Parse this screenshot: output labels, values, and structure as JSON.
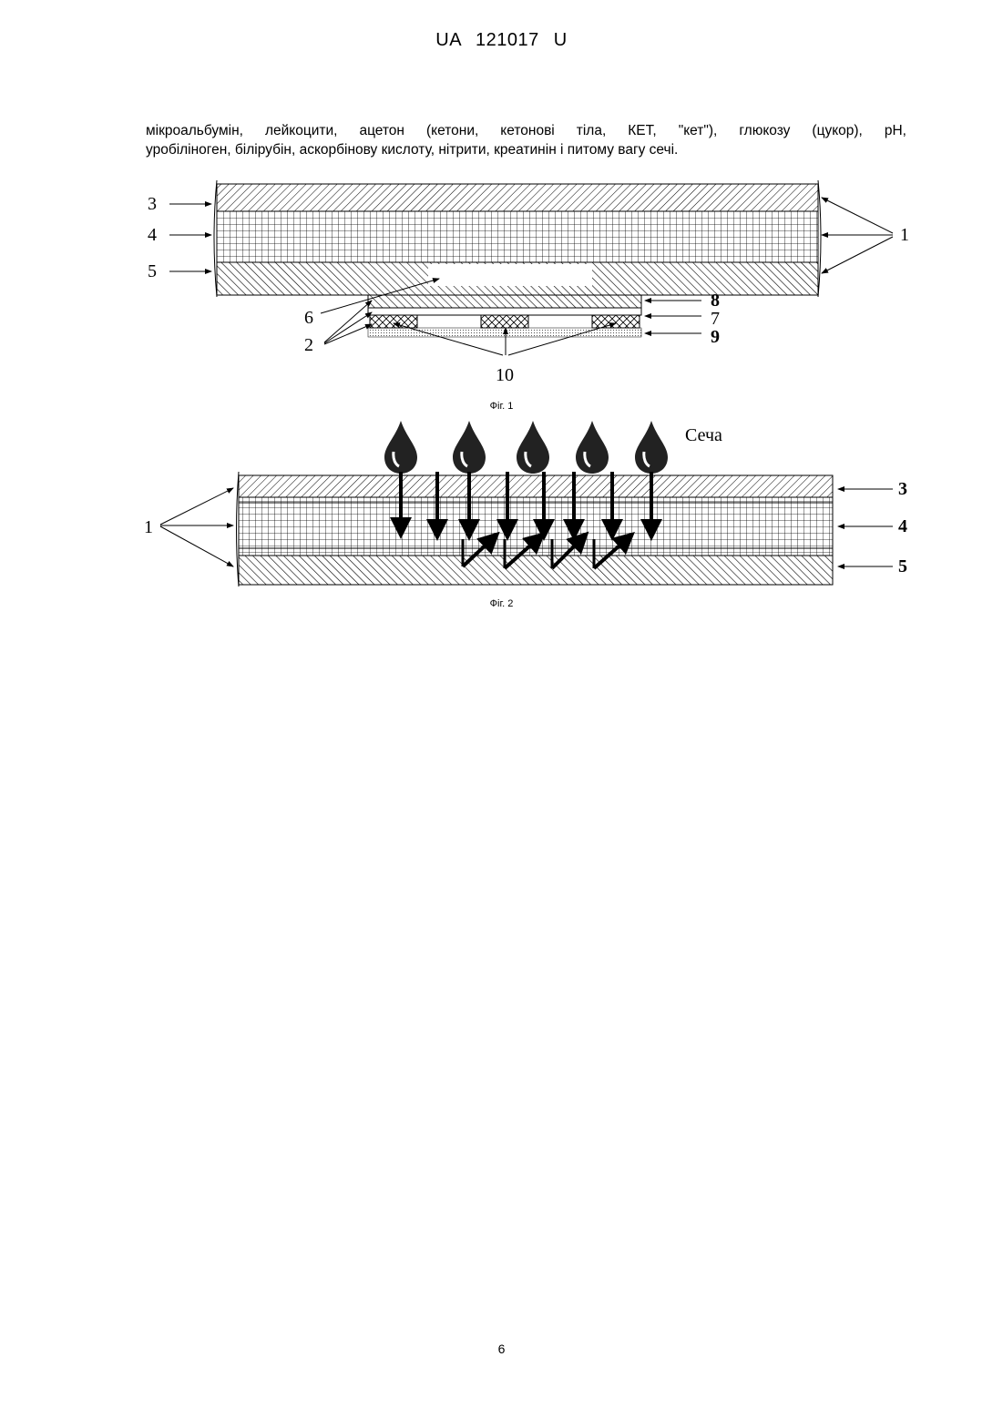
{
  "header": {
    "patent_number": "UA   121017   U"
  },
  "body_text": {
    "line1": "мікроальбумін, лейкоцити, ацетон (кетони, кетонові тіла, КЕТ, \"кет\"), глюкозу (цукор), pH,",
    "line2": "уробіліноген, білірубін, аскорбінову кислоту, нітрити, креатинін і питому вагу сечі."
  },
  "figure1": {
    "caption": "Фіг. 1",
    "labels": {
      "l1": "1",
      "l2": "2",
      "l3": "3",
      "l4": "4",
      "l5": "5",
      "l6": "6",
      "l7": "7",
      "l8": "8",
      "l9": "9",
      "l10": "10"
    }
  },
  "figure2": {
    "caption": "Фіг. 2",
    "drop_label": "Сеча",
    "labels": {
      "l1": "1",
      "l3": "3",
      "l4": "4",
      "l5": "5"
    }
  },
  "page_number": "6"
}
